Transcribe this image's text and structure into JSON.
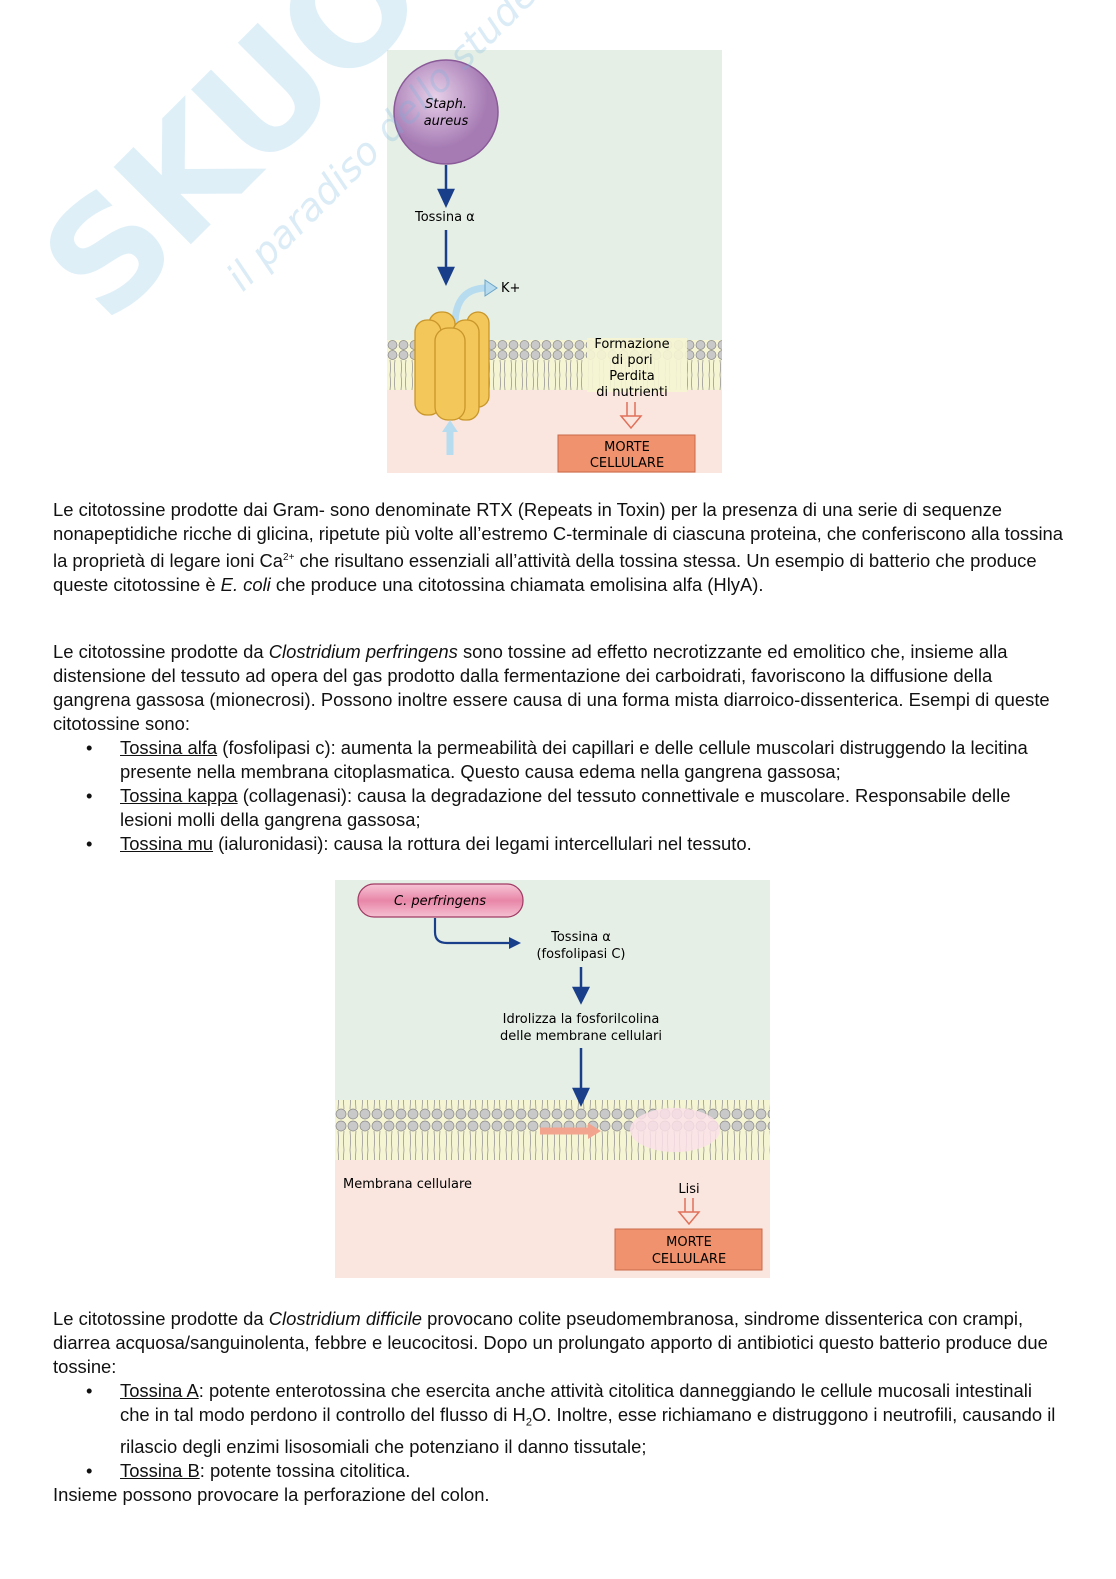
{
  "watermark": {
    "brand": "SKUOLA.net",
    "tagline": "il paradiso dello studente"
  },
  "figure1": {
    "bacterium": [
      "Staph.",
      "aureus"
    ],
    "toxin": "Tossina α",
    "ion": "K+",
    "effect": [
      "Formazione",
      "di pori",
      "Perdita",
      "di nutrienti"
    ],
    "result": [
      "MORTE",
      "CELLULARE"
    ]
  },
  "para1": {
    "a": "Le citotossine prodotte dai Gram- sono denominate RTX (Repeats in Toxin) per la presenza di una serie di sequenze nonapeptidiche ricche di glicina, ripetute più volte all’estremo C-terminale di ciascuna proteina, che conferiscono alla tossina la proprietà di legare ioni Ca",
    "sup": "2+",
    "b": " che risultano essenziali all’attività della tossina stessa. Un esempio di batterio che produce queste citotossine è ",
    "ecoli": "E. coli",
    "c": " che produce una citotossina chiamata emolisina alfa (HlyA)."
  },
  "para2": {
    "a": "Le citotossine prodotte da ",
    "species": "Clostridium perfringens",
    "b": " sono tossine ad effetto necrotizzante ed emolitico che, insieme alla distensione del tessuto ad opera del gas prodotto dalla fermentazione dei carboidrati, favoriscono la diffusione della gangrena gassosa (mionecrosi). Possono inoltre essere causa di una forma mista diarroico-dissenterica. Esempi di queste citotossine sono:",
    "items": [
      {
        "term": "Tossina alfa",
        "text": " (fosfolipasi c): aumenta la permeabilità dei capillari e delle cellule muscolari distruggendo la lecitina presente nella membrana citoplasmatica. Questo causa edema nella gangrena gassosa;"
      },
      {
        "term": "Tossina kappa",
        "text": " (collagenasi): causa la degradazione del tessuto connettivale e muscolare. Responsabile delle lesioni molli della gangrena gassosa;"
      },
      {
        "term": "Tossina mu",
        "text": " (ialuronidasi): causa la rottura dei legami intercellulari nel tessuto."
      }
    ]
  },
  "figure2": {
    "bacterium": "C. perfringens",
    "toxin": [
      "Tossina α",
      "(fosfolipasi C)"
    ],
    "action": [
      "Idrolizza la fosforilcolina",
      "delle membrane cellulari"
    ],
    "membrane": "Membrana cellulare",
    "lysis": "Lisi",
    "result": [
      "MORTE",
      "CELLULARE"
    ]
  },
  "para3": {
    "a": "Le citotossine prodotte da ",
    "species": "Clostridium difficile",
    "b": " provocano colite pseudomembranosa, sindrome dissenterica con crampi, diarrea acquosa/sanguinolenta, febbre e leucocitosi. Dopo un prolungato apporto di antibiotici questo batterio produce due tossine:",
    "item1": {
      "term": "Tossina A",
      "a": ": potente enterotossina che esercita anche attività citolitica danneggiando le cellule mucosali intestinali che in tal modo perdono il controllo del flusso di H",
      "sub": "2",
      "b": "O. Inoltre, esse richiamano e distruggono i neutrofili, causando il rilascio degli enzimi lisosomiali che potenziano il danno tissutale;"
    },
    "item2": {
      "term": "Tossina B",
      "text": ": potente tossina citolitica."
    },
    "closing": "Insieme possono provocare la perforazione del colon."
  }
}
